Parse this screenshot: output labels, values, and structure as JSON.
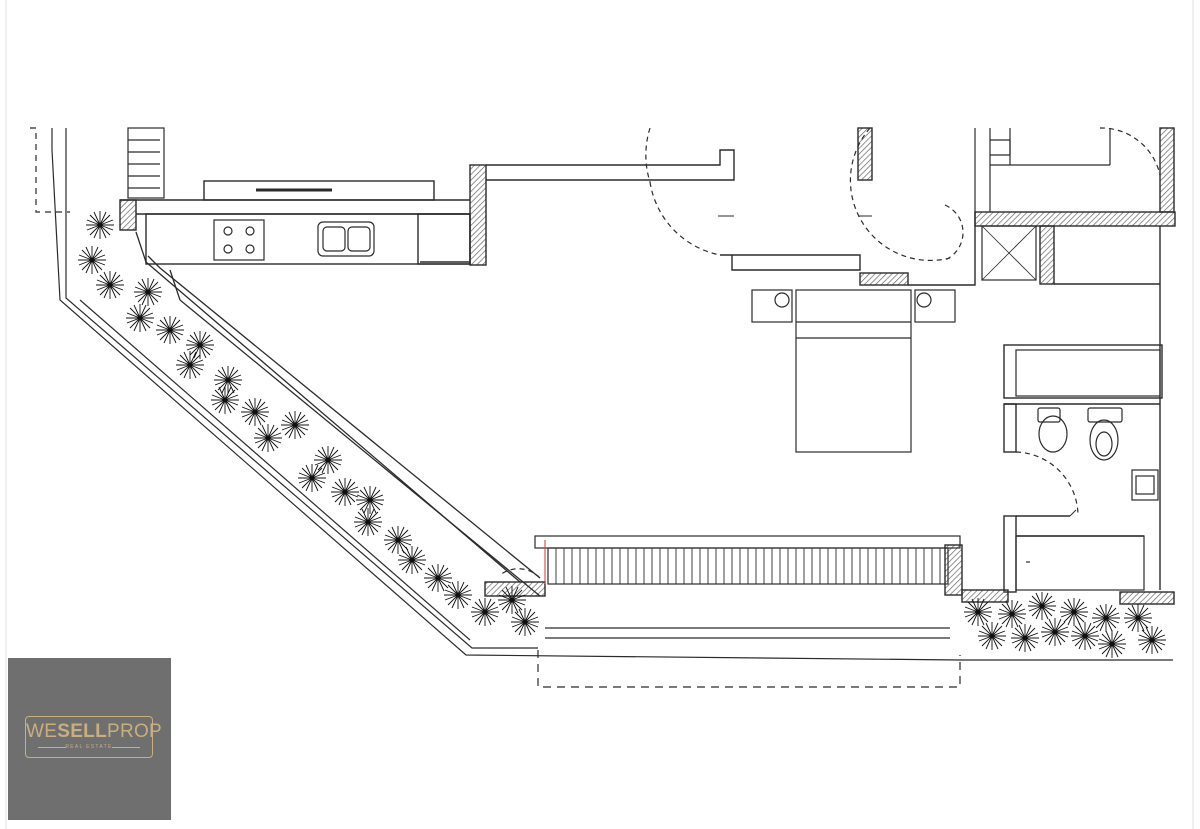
{
  "brand": {
    "name_light_1": "WE",
    "name_bold": "SELL",
    "name_light_2": "PROP",
    "tagline": "REAL ESTATE",
    "color": "#c9ae7e",
    "box_color": "#6f6f70"
  },
  "plan": {
    "line_color": "#2b2b2b",
    "wall_hatch": "#666666",
    "planter_color": "#111111",
    "rooms": [
      "kitchen",
      "living-bedroom",
      "shower",
      "bathroom",
      "balcony",
      "planter-west",
      "planter-east"
    ]
  }
}
